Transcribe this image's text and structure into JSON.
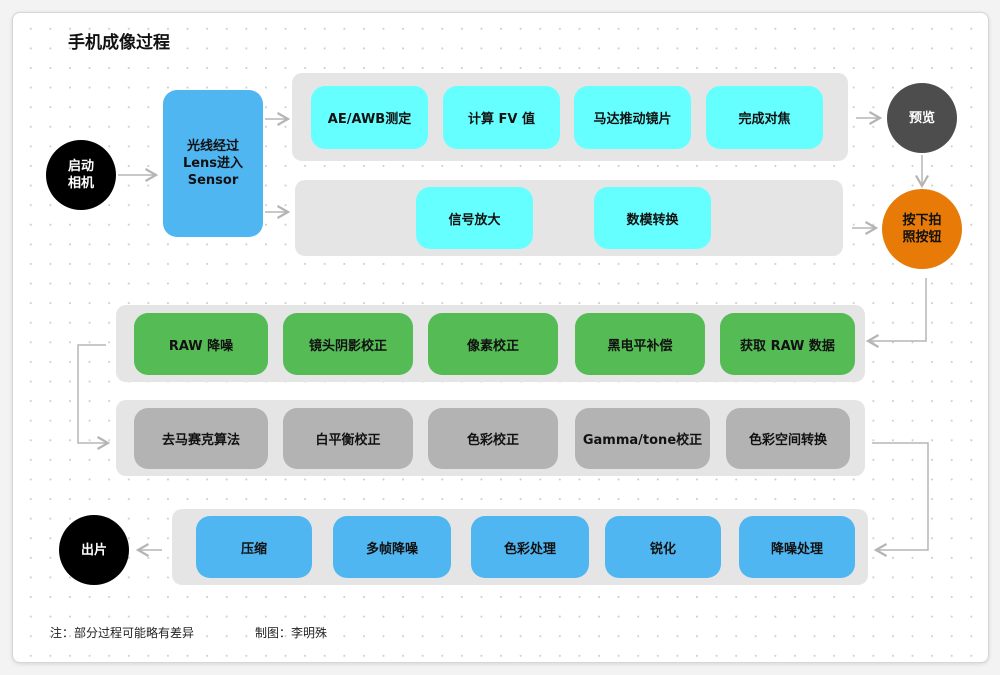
{
  "title": "手机成像过程",
  "nodes": {
    "start": "启动\n相机",
    "lens": "光线经过\nLens进入\nSensor",
    "preview": "预览",
    "shutter": "按下拍\n照按钮",
    "output": "出片"
  },
  "focus_steps": [
    "AE/AWB测定",
    "计算 FV 值",
    "马达推动镜片",
    "完成对焦"
  ],
  "signal_steps": [
    "信号放大",
    "数模转换"
  ],
  "raw_steps": [
    "RAW 降噪",
    "镜头阴影校正",
    "像素校正",
    "黑电平补偿",
    "获取 RAW 数据"
  ],
  "isp_steps": [
    "去马赛克算法",
    "白平衡校正",
    "色彩校正",
    "Gamma/tone校正",
    "色彩空间转换"
  ],
  "post_steps": [
    "压缩",
    "多帧降噪",
    "色彩处理",
    "锐化",
    "降噪处理"
  ],
  "footer": {
    "note": "注：部分过程可能略有差异",
    "author": "制图：李明殊"
  },
  "colors": {
    "cyan": "#66ffff",
    "green": "#55bb55",
    "gray": "#b3b3b3",
    "blue": "#4fb6f2",
    "preview": "#4d4d4d",
    "shutter": "#e87a07",
    "arrow": "#b5b5b5"
  }
}
